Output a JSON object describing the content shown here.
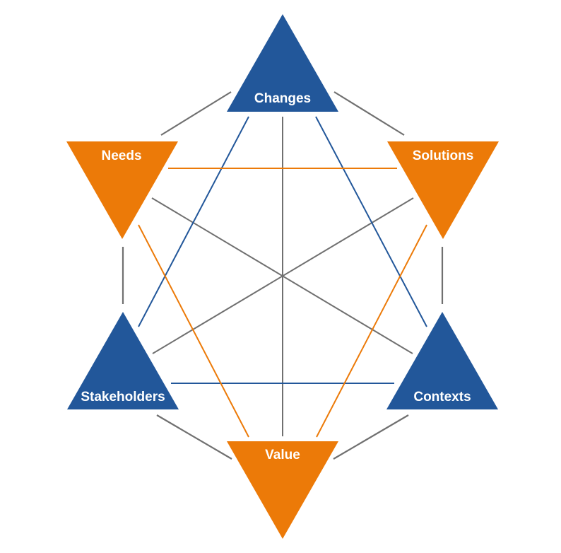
{
  "colors": {
    "blue": "#22579a",
    "orange": "#ec7a08",
    "gray": "#707070",
    "background": "#ffffff"
  },
  "nodes": {
    "changes": "Changes",
    "solutions": "Solutions",
    "contexts": "Contexts",
    "value": "Value",
    "stakeholders": "Stakeholders",
    "needs": "Needs"
  }
}
